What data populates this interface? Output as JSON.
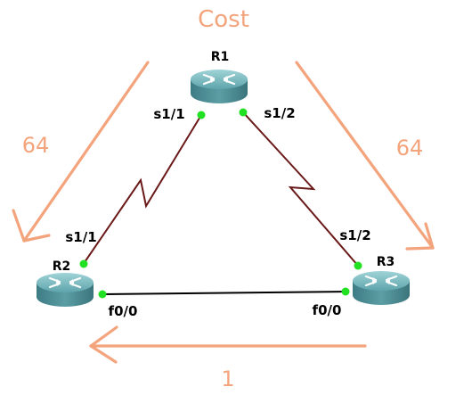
{
  "title": "Cost",
  "costs": {
    "left": "64",
    "right": "64",
    "bottom": "1"
  },
  "routers": {
    "r1": "R1",
    "r2": "R2",
    "r3": "R3"
  },
  "interfaces": {
    "r1_left": "s1/1",
    "r1_right": "s1/2",
    "r2_top": "s1/1",
    "r2_right": "f0/0",
    "r3_top": "s1/2",
    "r3_left": "f0/0"
  },
  "colors": {
    "cost_accent": "#F4A47C",
    "serial_link": "#6B1A1A",
    "ethernet_link": "#000000",
    "port_dot": "#22E022",
    "router_body": "#4E8E95"
  }
}
